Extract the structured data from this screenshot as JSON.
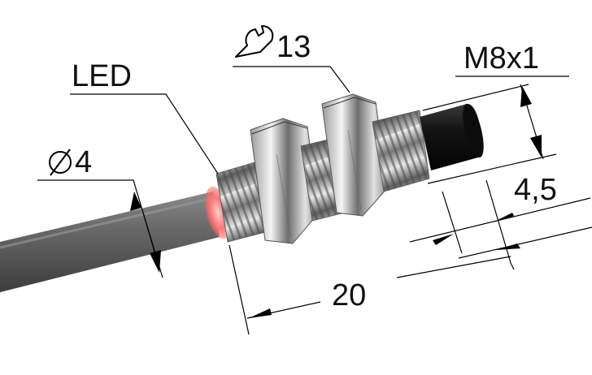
{
  "labels": {
    "led": "LED",
    "cable_diameter": "4",
    "wrench_size": "13",
    "thread": "M8x1",
    "cap_length": "4,5",
    "body_length": "20"
  },
  "icons": {
    "diameter": "diameter-symbol-icon",
    "wrench": "wrench-icon"
  },
  "colors": {
    "led_glow": "#ff6b6b",
    "cable": "#5a5a5a",
    "cap": "#1a1a1a",
    "metal": "#b9b9b9",
    "line": "#000000"
  }
}
